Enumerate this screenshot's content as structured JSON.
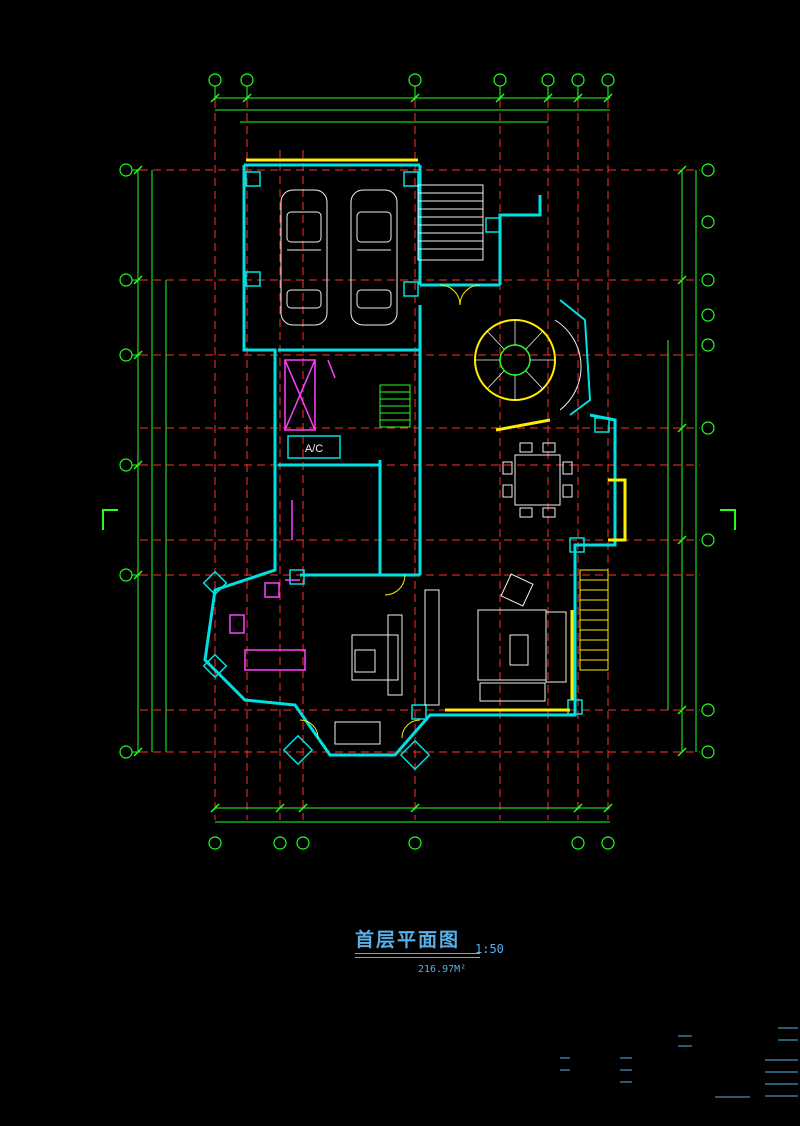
{
  "plan": {
    "title": "首层平面图",
    "scale": "1:50",
    "area": "216.97M²"
  },
  "colors": {
    "background": "#000000",
    "axis_line": "#ff3030",
    "dimension": "#22ff22",
    "wall": "#00e0e0",
    "furniture": "#f0f0f0",
    "accent": "#ffee00",
    "fixture": "#ff40ff",
    "title": "#5ab0e6"
  },
  "rooms": {
    "ac_label": "A/C"
  },
  "legend_icons": [
    "axis-bubble-icon",
    "car-icon",
    "dining-table-icon",
    "sofa-icon",
    "bed-icon",
    "spiral-stair-icon"
  ]
}
